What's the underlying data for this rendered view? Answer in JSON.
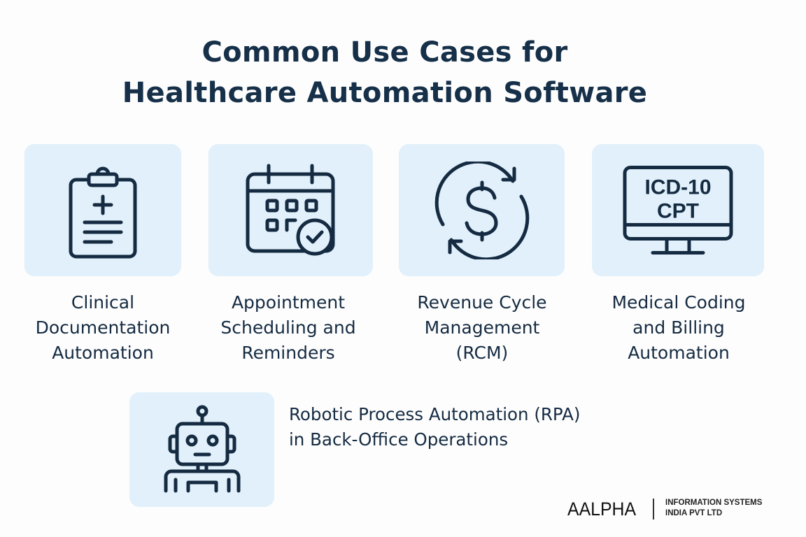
{
  "header": {
    "title_line1": "Common Use Cases for",
    "title_line2": "Healthcare Automation Software"
  },
  "colors": {
    "background": "#fdfdfd",
    "card_background": "#e1f0fa",
    "icon_stroke": "#152b42",
    "text": "#152b42"
  },
  "use_cases": [
    {
      "icon": "clipboard-medical-icon",
      "lines": [
        "Clinical",
        "Documentation",
        "Automation"
      ]
    },
    {
      "icon": "calendar-check-icon",
      "lines": [
        "Appointment",
        "Scheduling and",
        "Reminders"
      ]
    },
    {
      "icon": "dollar-cycle-icon",
      "lines": [
        "Revenue Cycle",
        "Management",
        "(RCM)"
      ]
    },
    {
      "icon": "monitor-codes-icon",
      "screen_lines": [
        "ICD-10",
        "CPT"
      ],
      "lines": [
        "Medical Coding",
        "and Billing",
        "Automation"
      ]
    }
  ],
  "rpa": {
    "icon": "robot-icon",
    "lines": [
      "Robotic Process Automation (RPA)",
      "in Back-Office Operations"
    ]
  },
  "logo": {
    "name": "AALPHA",
    "sub_line1": "INFORMATION SYSTEMS",
    "sub_line2": "INDIA PVT LTD"
  }
}
